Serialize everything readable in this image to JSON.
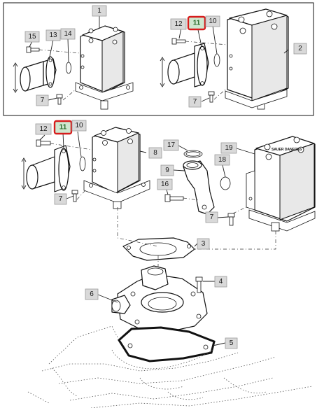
{
  "diagram": {
    "callouts": [
      {
        "id": "c1",
        "label": "1"
      },
      {
        "id": "c15",
        "label": "15"
      },
      {
        "id": "c13",
        "label": "13"
      },
      {
        "id": "c14",
        "label": "14"
      },
      {
        "id": "c7a",
        "label": "7"
      },
      {
        "id": "c12a",
        "label": "12"
      },
      {
        "id": "c11a",
        "label": "11",
        "highlighted": true
      },
      {
        "id": "c10a",
        "label": "10"
      },
      {
        "id": "c2",
        "label": "2"
      },
      {
        "id": "c7b",
        "label": "7"
      },
      {
        "id": "c12b",
        "label": "12"
      },
      {
        "id": "c11b",
        "label": "11",
        "highlighted": true
      },
      {
        "id": "c10b",
        "label": "10"
      },
      {
        "id": "c8",
        "label": "8"
      },
      {
        "id": "c17",
        "label": "17"
      },
      {
        "id": "c9",
        "label": "9"
      },
      {
        "id": "c18",
        "label": "18"
      },
      {
        "id": "c19",
        "label": "19"
      },
      {
        "id": "c16",
        "label": "16"
      },
      {
        "id": "c7c",
        "label": "7"
      },
      {
        "id": "c7d",
        "label": "7"
      },
      {
        "id": "c3",
        "label": "3"
      },
      {
        "id": "c4",
        "label": "4"
      },
      {
        "id": "c6",
        "label": "6"
      },
      {
        "id": "c5",
        "label": "5"
      }
    ],
    "highlight_color": "#d61c1c"
  }
}
